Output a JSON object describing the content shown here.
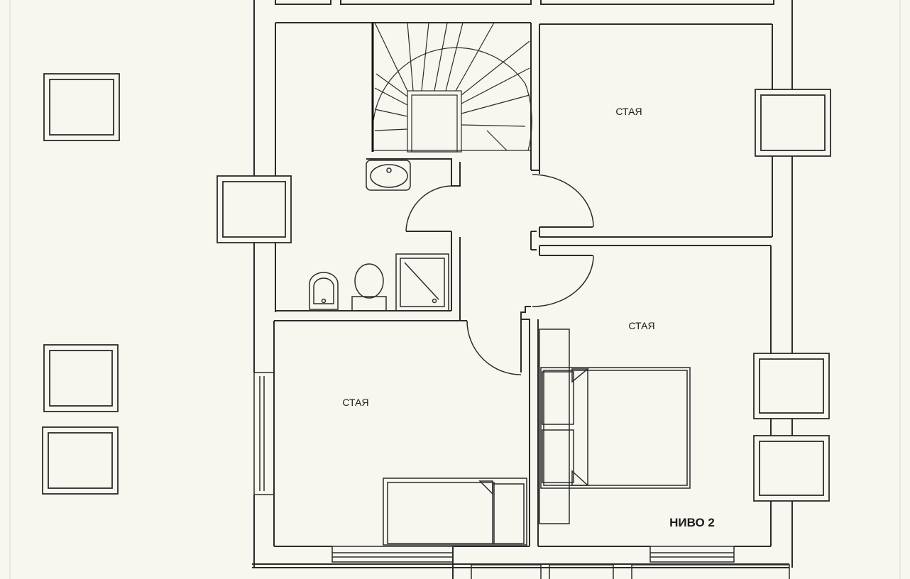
{
  "plan": {
    "rooms": [
      {
        "id": "room-top-right",
        "label": "СТАЯ"
      },
      {
        "id": "room-bottom-right",
        "label": "СТАЯ"
      },
      {
        "id": "room-bottom-left",
        "label": "СТАЯ"
      }
    ],
    "level_label": "НИВО 2"
  },
  "colors": {
    "background": "#f7f6ef",
    "line": "#2b2b2b"
  }
}
